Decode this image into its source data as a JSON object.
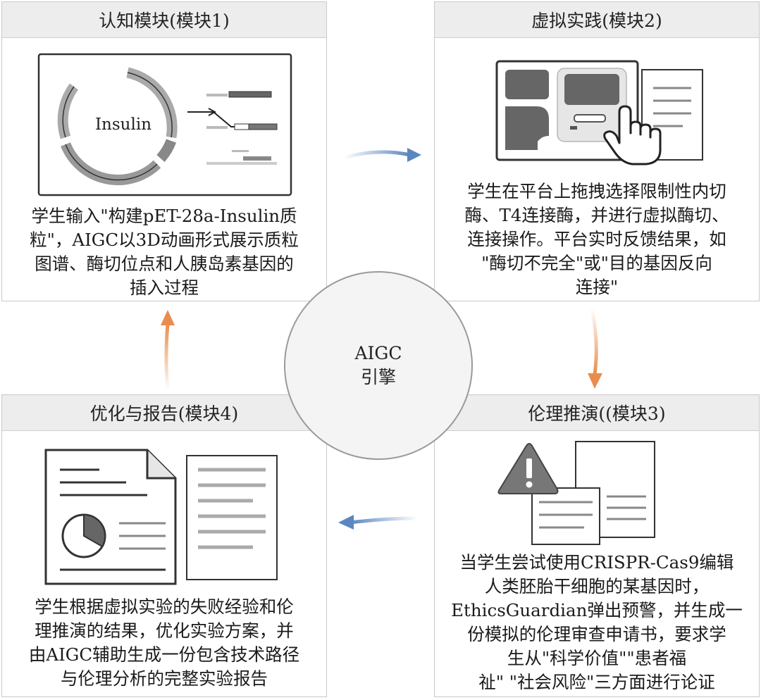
{
  "engine": {
    "line1": "AIGC",
    "line2": "引擎"
  },
  "modules": [
    {
      "title": "认知模块(模块1)",
      "plasmid_label": "Insulin",
      "description_lines": [
        "学生输入\"构建pET-28a-Insulin质",
        "粒\"，AIGC以3D动画形式展示质粒",
        "图谱、酶切位点和人胰岛素基因的",
        "插入过程"
      ]
    },
    {
      "title": "虚拟实践(模块2)",
      "description_lines": [
        "学生在平台上拖拽选择限制性内切",
        "酶、T4连接酶，并进行虚拟酶切、",
        "连接操作。平台实时反馈结果，如",
        "\"酶切不完全\"或\"目的基因反向",
        "连接\""
      ]
    },
    {
      "title": "伦理推演((模块3)",
      "description_lines": [
        "当学生尝试使用CRISPR-Cas9编辑",
        "人类胚胎干细胞的某基因时，",
        "EthicsGuardian弹出预警，并生成一",
        "份模拟的伦理审查申请书，要求学",
        "生从\"科学价值\"\"患者福",
        "祉\" \"社会风险\"三方面进行论证"
      ]
    },
    {
      "title": "优化与报告(模块4)",
      "description_lines": [
        "学生根据虚拟实验的失败经验和伦",
        "理推演的结果，优化实验方案，并",
        "由AIGC辅助生成一份包含技术路径",
        "与伦理分析的完整实验报告"
      ]
    }
  ],
  "colors": {
    "blue_arrow": "#5b86c0",
    "orange_arrow": "#e88d4e",
    "panel_border": "#c9c9c9",
    "header_bg": "#ededed"
  }
}
